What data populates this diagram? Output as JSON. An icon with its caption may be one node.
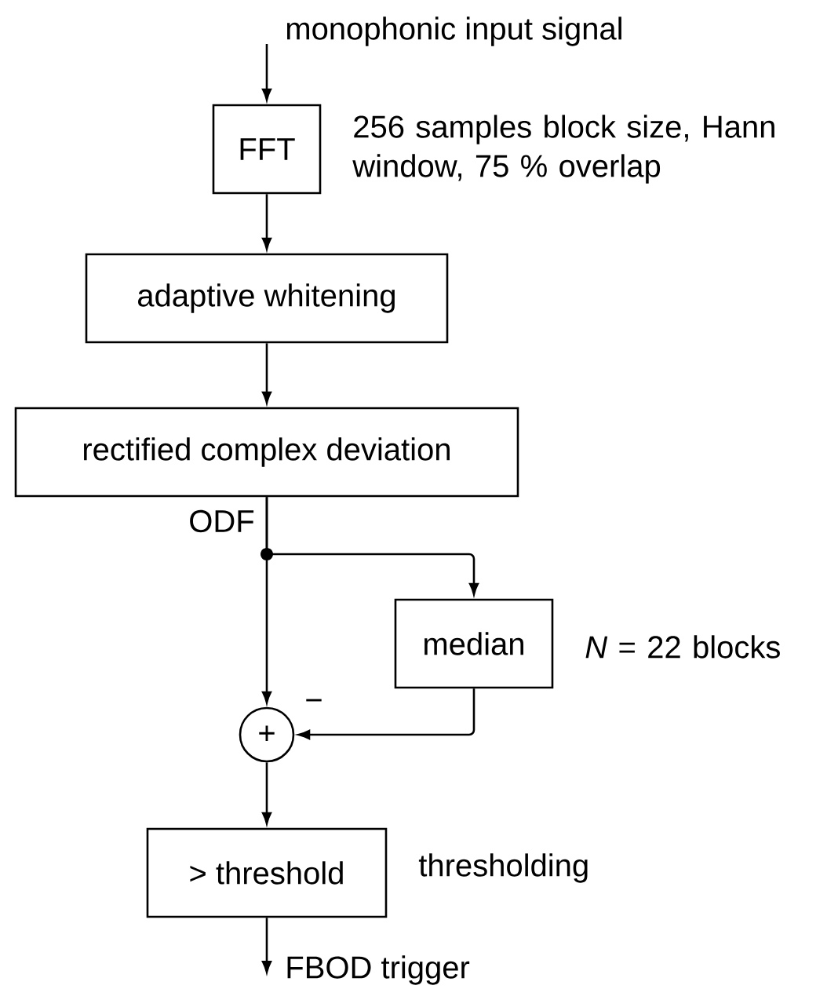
{
  "diagram": {
    "nodes": [
      {
        "text": [
          "FFT"
        ],
        "beside": [
          "256 samples block size, Hann window, 75 % overlap"
        ]
      },
      {
        "text": [
          "adaptive whitening"
        ]
      },
      {
        "text": [
          "rectified complex deviation"
        ]
      },
      {
        "text": [
          "median"
        ],
        "beside": [
          "*N* = 22 blocks"
        ]
      },
      {
        "text": [
          "+"
        ]
      },
      {
        "text": [
          "> threshold"
        ],
        "beside": [
          "thresholding"
        ]
      }
    ],
    "edges": [
      {
        "from": null,
        "to": 0,
        "arrow": "to",
        "label": "monophonic input signal"
      },
      {
        "from": 0,
        "to": 1,
        "arrow": "to"
      },
      {
        "from": 1,
        "to": 2,
        "arrow": "to"
      },
      {
        "from": 2,
        "to": 4,
        "arrow": "to",
        "label": "ODF"
      },
      {
        "from": 2,
        "to": 3,
        "arrow": "to"
      },
      {
        "from": 3,
        "to": 4,
        "arrow": "to"
      },
      {
        "from": 4,
        "to": 5,
        "arrow": "to"
      },
      {
        "from": 5,
        "to": null,
        "arrow": "to",
        "label": "FBOD trigger"
      }
    ],
    "labels": [
      "−"
    ]
  }
}
